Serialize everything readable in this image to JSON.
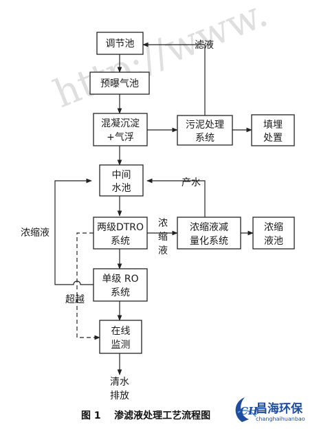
{
  "watermark": "http://www.",
  "nodes": {
    "tiaojie": "调节池",
    "yubao": "预曝气池",
    "hunning_1": "混凝沉淀",
    "hunning_2": "+气浮",
    "wuni_1": "污泥处理",
    "wuni_2": "系统",
    "tianmai_1": "填埋",
    "tianmai_2": "处置",
    "zhongjian_1": "中间",
    "zhongjian_2": "水池",
    "dtro_1": "两级DTRO",
    "dtro_2": "系统",
    "jianliang_1": "浓缩液减",
    "jianliang_2": "量化系统",
    "nongsuochi_1": "浓缩",
    "nongsuochi_2": "液池",
    "ro_1": "单级 RO",
    "ro_2": "系统",
    "zaixian_1": "在线",
    "zaixian_2": "监测"
  },
  "labels": {
    "lvye": "滤液",
    "chanshui": "产水",
    "nongsuoye_left": "浓缩液",
    "nongsuoye_v1": "浓",
    "nongsuoye_v2": "缩",
    "nongsuoye_v3": "液",
    "chaoyue": "超越",
    "qingshui_1": "清水",
    "qingshui_2": "排放"
  },
  "caption": "图 1    渗滤液处理工艺流程图",
  "logo": {
    "mark": "CH",
    "name": "昌海环保",
    "pinyin": "changhaihuanbao",
    "accent": "#1f4d9e"
  }
}
